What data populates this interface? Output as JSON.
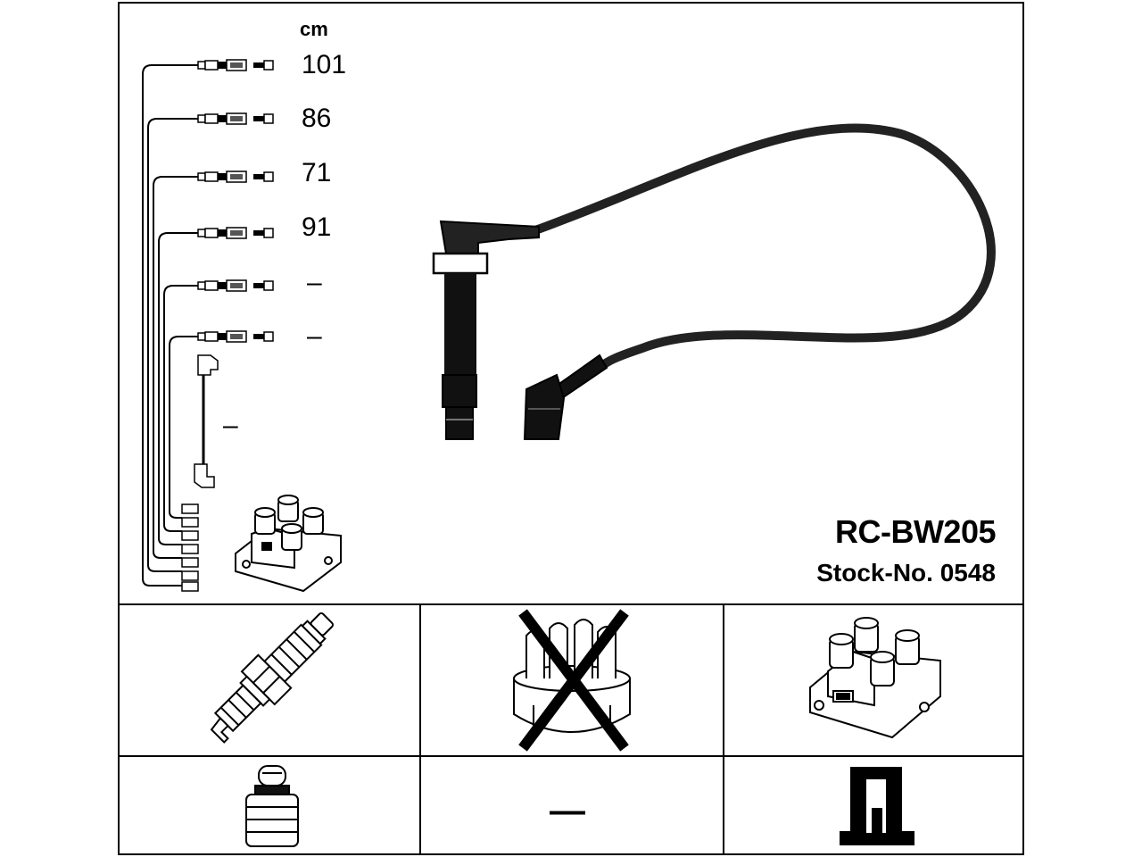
{
  "header": {
    "unit": "cm"
  },
  "cables": [
    {
      "length": "101"
    },
    {
      "length": "86"
    },
    {
      "length": "71"
    },
    {
      "length": "91"
    },
    {
      "length": "–"
    },
    {
      "length": "–"
    }
  ],
  "short_lead": {
    "length": "–"
  },
  "product": {
    "model": "RC-BW205",
    "stock_no": "Stock-No. 0548"
  },
  "grid": {
    "distributor_cap_crossed": true,
    "middle_bottom_value": "—"
  },
  "colors": {
    "line": "#000000",
    "background": "#ffffff",
    "cable": "#222222"
  }
}
